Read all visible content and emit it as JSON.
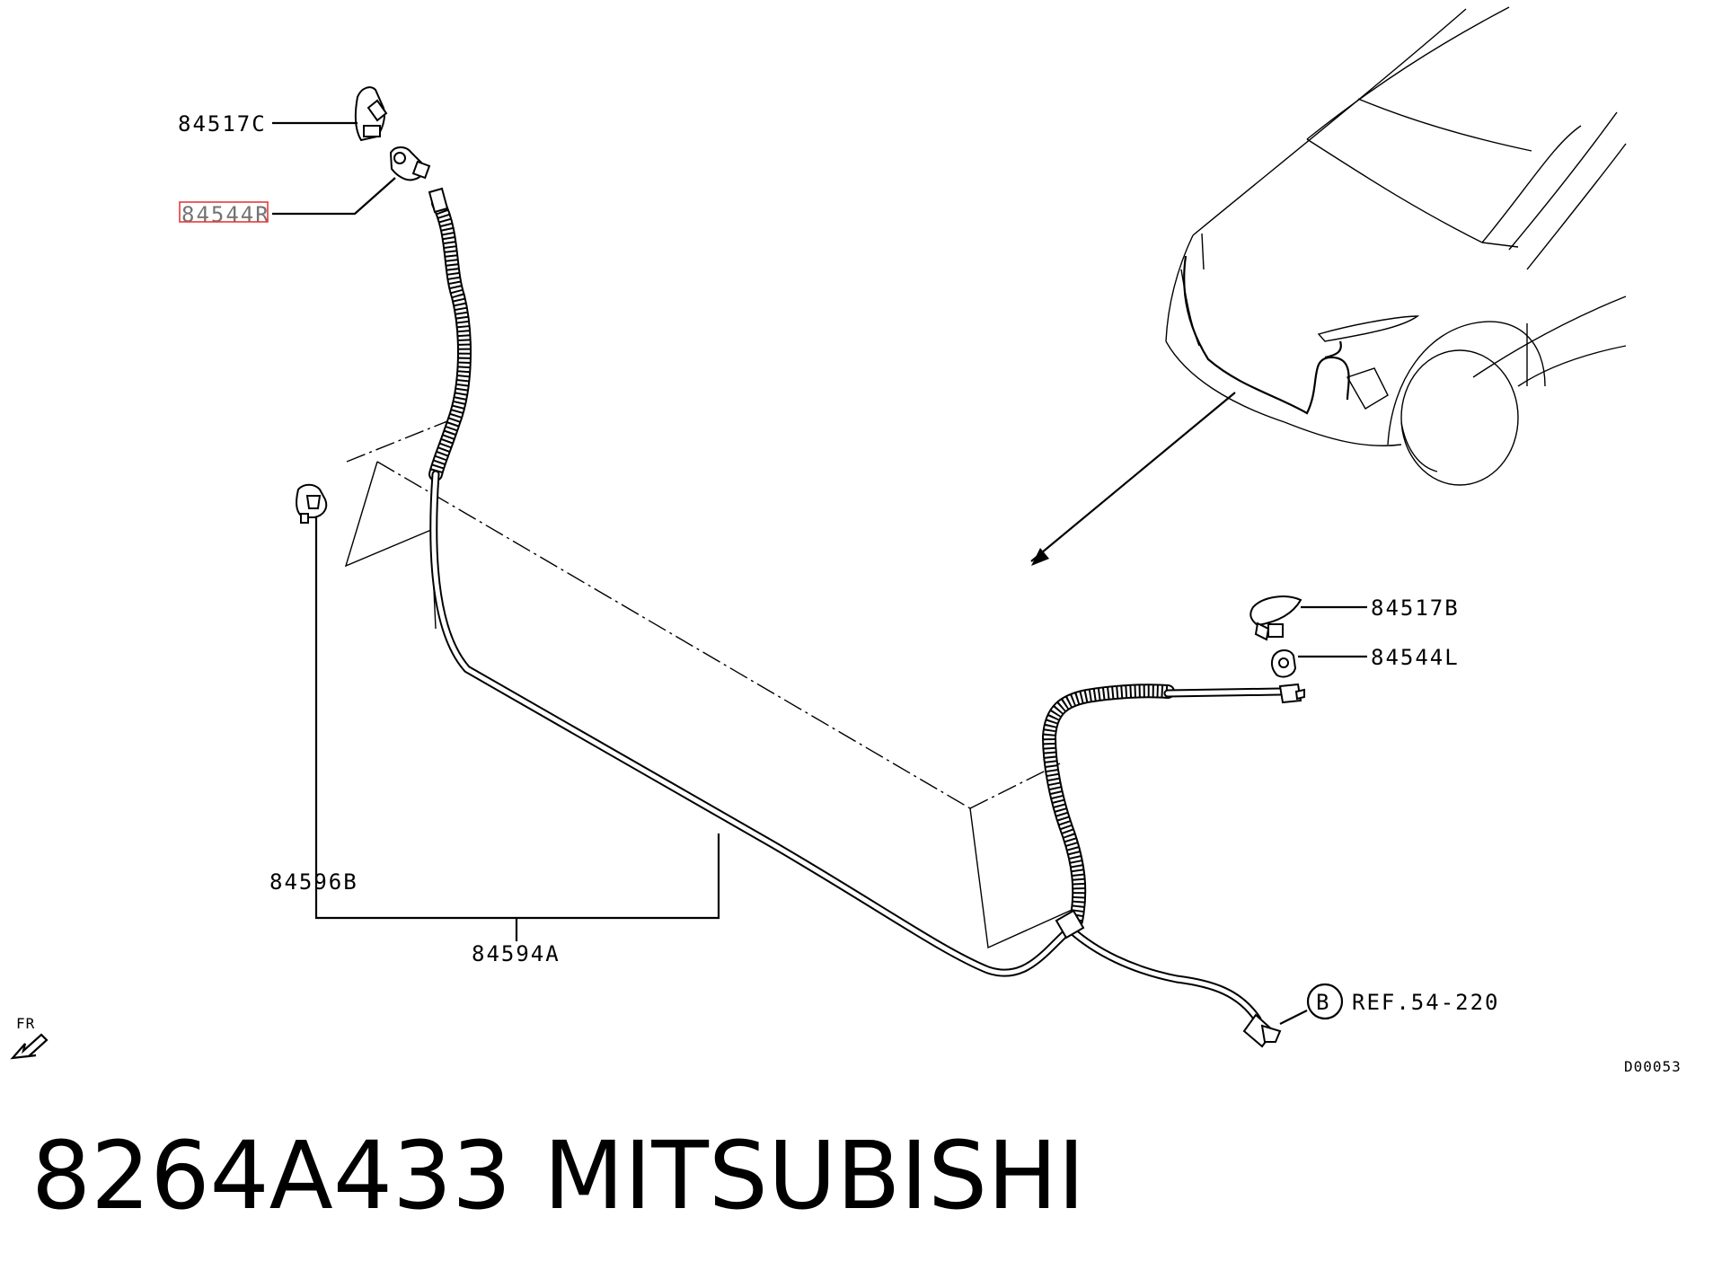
{
  "diagram": {
    "parts": [
      {
        "id": "p1",
        "label": "84517C"
      },
      {
        "id": "p2",
        "label": "84544R",
        "highlighted": true
      },
      {
        "id": "p3",
        "label": "84517B"
      },
      {
        "id": "p4",
        "label": "84544L"
      },
      {
        "id": "p5",
        "label": "84596B"
      },
      {
        "id": "p6",
        "label": "84594A"
      }
    ],
    "reference": {
      "circle_letter": "B",
      "text": "REF.54-220"
    },
    "direction_marker": "FR",
    "figure_code": "D00053",
    "highlight_color": "#e83a3a"
  },
  "caption": {
    "part_number": "8264A433",
    "brand": "MITSUBISHI"
  }
}
